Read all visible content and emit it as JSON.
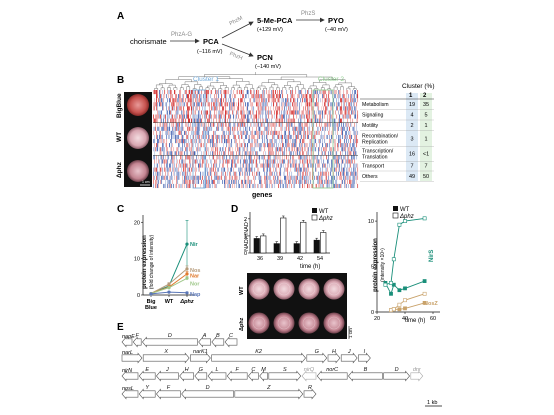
{
  "panelA": {
    "letter": "A",
    "nodes": {
      "chorismate": "chorismate",
      "pca": "PCA",
      "pca_potential": "(−116 mV)",
      "mepca": "5-Me-PCA",
      "mepca_potential": "(+129 mV)",
      "pyo": "PYO",
      "pyo_potential": "(−40 mV)",
      "pcn": "PCN",
      "pcn_potential": "(−140 mV)"
    },
    "enzymes": {
      "phzag": "PhzA-G",
      "phzm": "PhzM",
      "phzs": "PhzS",
      "phzh": "PhzH"
    }
  },
  "panelB": {
    "letter": "B",
    "cluster1_label": "Cluster 1",
    "cluster2_label": "Cluster 2",
    "row_labels": [
      "BigBlue",
      "WT",
      "Δphz"
    ],
    "scale_label": "1 cm",
    "xlabel": "genes",
    "table_header": "Cluster (%)",
    "col1": "1",
    "col2": "2",
    "rows": [
      {
        "category": "Metabolism",
        "c1": "19",
        "c2": "35"
      },
      {
        "category": "Signaling",
        "c1": "4",
        "c2": "5"
      },
      {
        "category": "Motility",
        "c1": "2",
        "c2": "1"
      },
      {
        "category": "Recombination/",
        "category2": "Replication",
        "c1": "3",
        "c2": "1"
      },
      {
        "category": "Transcription/",
        "category2": "Translation",
        "c1": "16",
        "c2": "<1"
      },
      {
        "category": "Transport",
        "c1": "7",
        "c2": "7"
      },
      {
        "category": "Others",
        "c1": "49",
        "c2": "50"
      }
    ],
    "colors": {
      "cluster1": "#6ea8d8",
      "cluster2": "#8ccc8c",
      "red": "#d63a3a",
      "blue": "#2b4fa8"
    }
  },
  "panelC": {
    "letter": "C",
    "ylabel": "protein expression",
    "ylabel2": "(fold change of intensity)",
    "chart_data": {
      "type": "line",
      "categories": [
        "Big Blue",
        "WT",
        "Δphz"
      ],
      "yticks": [
        "0",
        "10",
        "20"
      ],
      "ylim": [
        0,
        22
      ],
      "series": [
        {
          "name": "Nir",
          "values": [
            0.4,
            2.5,
            14
          ],
          "color": "#1a8f7a",
          "err": [
            0.1,
            0.5,
            6.5
          ]
        },
        {
          "name": "Nos",
          "values": [
            0.4,
            3.0,
            7.2
          ],
          "color": "#b59a7a",
          "err": [
            0.1,
            0.4,
            0.8
          ]
        },
        {
          "name": "Nar",
          "values": [
            0.4,
            2.2,
            5.8
          ],
          "color": "#e07a2e",
          "err": [
            0.1,
            0.3,
            0.6
          ]
        },
        {
          "name": "Nor",
          "values": [
            0.4,
            2.0,
            4.6
          ],
          "color": "#9fc88a",
          "err": [
            0.1,
            0.3,
            0.5
          ]
        },
        {
          "name": "Nap",
          "values": [
            0.3,
            0.8,
            0.6
          ],
          "color": "#5b77b7",
          "err": [
            0.1,
            0.2,
            0.2
          ]
        }
      ]
    }
  },
  "panelD": {
    "letter": "D",
    "bar_ylabel": "NADH/NAD⁺",
    "bar_xlabel": "time (h)",
    "legend_wt": "WT",
    "legend_dphz": "Δphz",
    "bar_chart": {
      "type": "bar",
      "categories": [
        "36",
        "39",
        "42",
        "54"
      ],
      "yticks": [
        "0",
        "1",
        "2"
      ],
      "ylim": [
        0,
        2.4
      ],
      "series": [
        {
          "name": "WT",
          "values": [
            0.85,
            0.55,
            0.55,
            0.75
          ],
          "color": "#111111"
        },
        {
          "name": "Δphz",
          "values": [
            1.0,
            2.05,
            1.8,
            1.2
          ],
          "color": "#ffffff"
        }
      ]
    },
    "row_wt": "WT",
    "row_dphz": "Δphz",
    "scale_label": "1 cm",
    "line_ylabel": "protein expression",
    "line_ylabel2": "(intensity ×10⁹)",
    "line_xlabel": "time (h)",
    "line_chart": {
      "type": "line",
      "xticks": [
        "20",
        "40",
        "60"
      ],
      "xlim": [
        20,
        65
      ],
      "yticks": [
        "0",
        "5",
        "10"
      ],
      "ylim": [
        0,
        11
      ],
      "series": [
        {
          "name": "NirS WT",
          "x": [
            26,
            30,
            32,
            36,
            40,
            54
          ],
          "y": [
            3.2,
            2.0,
            3.0,
            2.4,
            2.6,
            3.4
          ],
          "color": "#1a8f7a",
          "filled": true
        },
        {
          "name": "NirS Δphz",
          "x": [
            26,
            30,
            32,
            36,
            40,
            54
          ],
          "y": [
            3.0,
            3.2,
            5.8,
            9.6,
            10.0,
            10.3
          ],
          "color": "#1a8f7a",
          "filled": false
        },
        {
          "name": "NosZ WT",
          "x": [
            30,
            32,
            36,
            40,
            54
          ],
          "y": [
            0.2,
            0.3,
            0.3,
            0.4,
            1.0
          ],
          "color": "#c9a26a",
          "filled": true
        },
        {
          "name": "NosZ Δphz",
          "x": [
            30,
            32,
            36,
            40,
            54
          ],
          "y": [
            0.2,
            0.3,
            0.8,
            1.3,
            2.0
          ],
          "color": "#c9a26a",
          "filled": false
        }
      ],
      "label_nirs": "NirS",
      "label_nosz": "NosZ"
    }
  },
  "panelE": {
    "letter": "E",
    "scale": "1 kb",
    "operons": [
      {
        "name": "napE",
        "genes": [
          "F",
          "D",
          "A",
          "B",
          "C"
        ]
      },
      {
        "name": "narL",
        "genes": [
          "X",
          "narK1",
          "K2",
          "G",
          "H",
          "J",
          "I"
        ]
      },
      {
        "name": "nirN",
        "genes": [
          "E",
          "J",
          "H",
          "G",
          "L",
          "F",
          "C",
          "M",
          "S",
          "nirQ",
          "norC",
          "B",
          "D",
          "dnr"
        ]
      },
      {
        "name": "nosL",
        "genes": [
          "Y",
          "F",
          "D",
          "Z",
          "R"
        ]
      }
    ]
  }
}
